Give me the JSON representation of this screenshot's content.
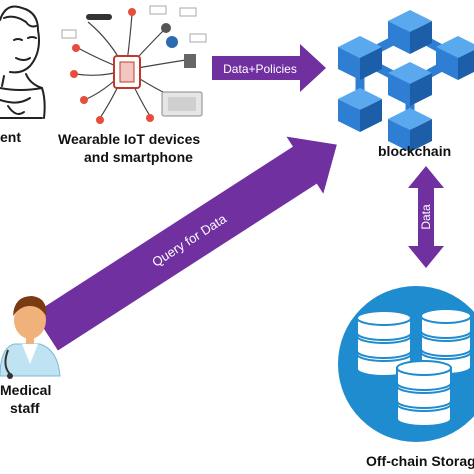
{
  "nodes": {
    "patient": {
      "label": "ent"
    },
    "iot": {
      "line1": "Wearable IoT devices",
      "line2": "and smartphone"
    },
    "blockchain": {
      "label": "blockchain"
    },
    "staff": {
      "line1": "Medical",
      "line2": "staff"
    },
    "storage": {
      "label": "Off-chain Storag"
    }
  },
  "arrows": {
    "data_policies": "Data+Policies",
    "query": "Query for Data",
    "data": "Data"
  },
  "colors": {
    "arrow": "#7030a0",
    "cube_light": "#5aa9ef",
    "cube_mid": "#2e7fd4",
    "cube_dark": "#1c5fa8",
    "storage_bg": "#1e8ccf",
    "skin": "#f0b27a",
    "hair": "#7a3b12",
    "scrubs": "#bfe3f2"
  }
}
